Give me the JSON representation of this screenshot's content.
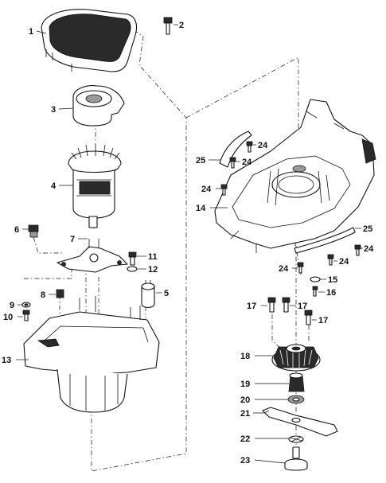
{
  "callouts": [
    {
      "n": "1"
    },
    {
      "n": "2"
    },
    {
      "n": "3"
    },
    {
      "n": "4"
    },
    {
      "n": "5"
    },
    {
      "n": "6"
    },
    {
      "n": "7"
    },
    {
      "n": "8"
    },
    {
      "n": "9"
    },
    {
      "n": "10"
    },
    {
      "n": "11"
    },
    {
      "n": "12"
    },
    {
      "n": "13"
    },
    {
      "n": "14"
    },
    {
      "n": "15"
    },
    {
      "n": "16"
    },
    {
      "n": "17"
    },
    {
      "n": "17"
    },
    {
      "n": "17"
    },
    {
      "n": "18"
    },
    {
      "n": "19"
    },
    {
      "n": "20"
    },
    {
      "n": "21"
    },
    {
      "n": "22"
    },
    {
      "n": "23"
    },
    {
      "n": "24"
    },
    {
      "n": "24"
    },
    {
      "n": "24"
    },
    {
      "n": "24"
    },
    {
      "n": "24"
    },
    {
      "n": "24"
    },
    {
      "n": "25"
    },
    {
      "n": "25"
    }
  ],
  "colors": {
    "line": "#111111",
    "background": "#ffffff"
  }
}
